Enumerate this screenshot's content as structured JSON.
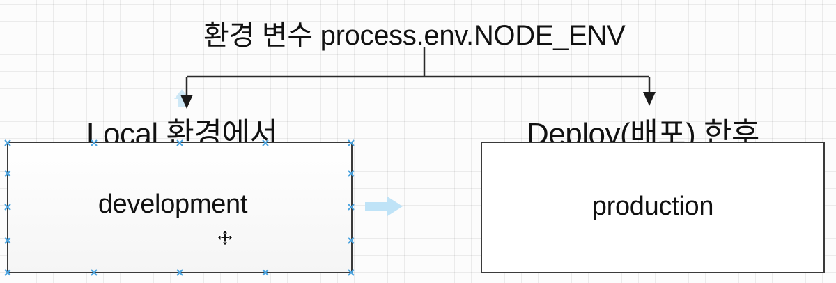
{
  "diagram": {
    "title": "환경 변수 process.env.NODE_ENV",
    "left_heading": "Local 환경에서",
    "right_heading": "Deploy(배포) 한후",
    "left_box_label": "development",
    "right_box_label": "production"
  },
  "colors": {
    "line": "#2a2a2a",
    "selection_handle": "#4aa3df",
    "connector_hint": "#bfe3f7"
  },
  "icons": {
    "move_cursor": "move-cursor-icon",
    "connector_arrow_right": "arrow-right-icon",
    "connector_arrow_up": "arrow-up-icon"
  }
}
